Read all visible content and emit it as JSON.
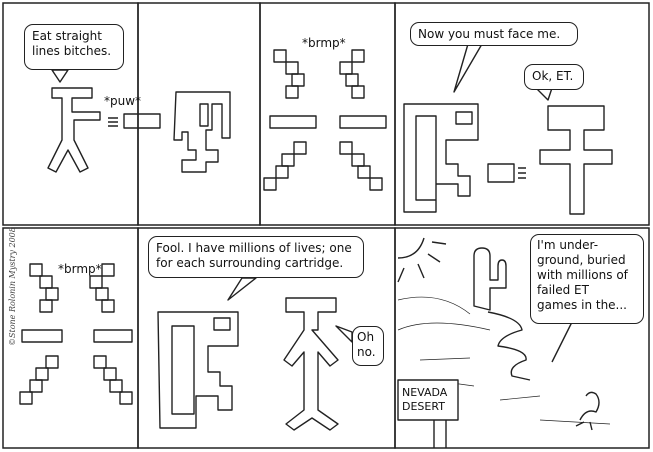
{
  "panels": [
    {
      "id": "p1",
      "bubble": "Eat straight\nlines bitches.",
      "sfx": "*puw*"
    },
    {
      "id": "p3",
      "sfx": "*brmp*"
    },
    {
      "id": "p4",
      "bubble_et": "Now you must face me.",
      "bubble_hero": "Ok, ET."
    },
    {
      "id": "p5",
      "sfx": "*brmp*",
      "signature": "©Stone Rolonin Mystry 2008"
    },
    {
      "id": "p6",
      "bubble_et": "Fool.  I have millions of lives; one\nfor each surrounding cartridge.",
      "bubble_hero": "Oh\nno."
    },
    {
      "id": "p7",
      "bubble": "I'm under-\nground, buried\nwith millions of\nfailed ET\ngames in the...",
      "sign": "NEVADA\nDESERT"
    }
  ],
  "colors": {
    "ink": "#222222",
    "paper": "#ffffff"
  }
}
